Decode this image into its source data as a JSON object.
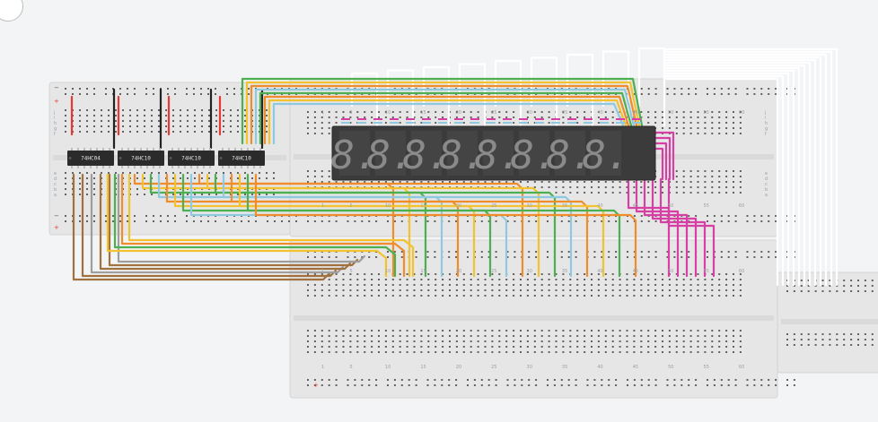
{
  "app": {
    "title": ""
  },
  "chips": [
    {
      "label": "74HC04"
    },
    {
      "label": "74HC10"
    },
    {
      "label": "74HC10"
    },
    {
      "label": "74HC10"
    }
  ],
  "display": {
    "digits": 8,
    "segment_text": "8."
  },
  "breadboard_numbers": {
    "top": [
      "1",
      "5",
      "10",
      "15",
      "20",
      "25",
      "30",
      "35",
      "40",
      "45",
      "50",
      "55",
      "60"
    ],
    "bottom": [
      "1",
      "5",
      "10",
      "15",
      "20",
      "25",
      "30",
      "35",
      "40",
      "45",
      "50",
      "55",
      "60"
    ]
  },
  "rail_symbols": {
    "minus": "−",
    "plus": "+"
  },
  "row_letters": [
    "j",
    "i",
    "h",
    "g",
    "f",
    "e",
    "d",
    "c",
    "b",
    "a"
  ],
  "wire_colors": {
    "green": "#4caf50",
    "orange": "#f08c2a",
    "yellow": "#f2c230",
    "light_blue": "#8fc9df",
    "brown": "#a0703e",
    "magenta": "#d63fa3",
    "white": "#ffffff",
    "gray": "#9e9e9e",
    "black": "#222222",
    "red": "#e53935"
  }
}
